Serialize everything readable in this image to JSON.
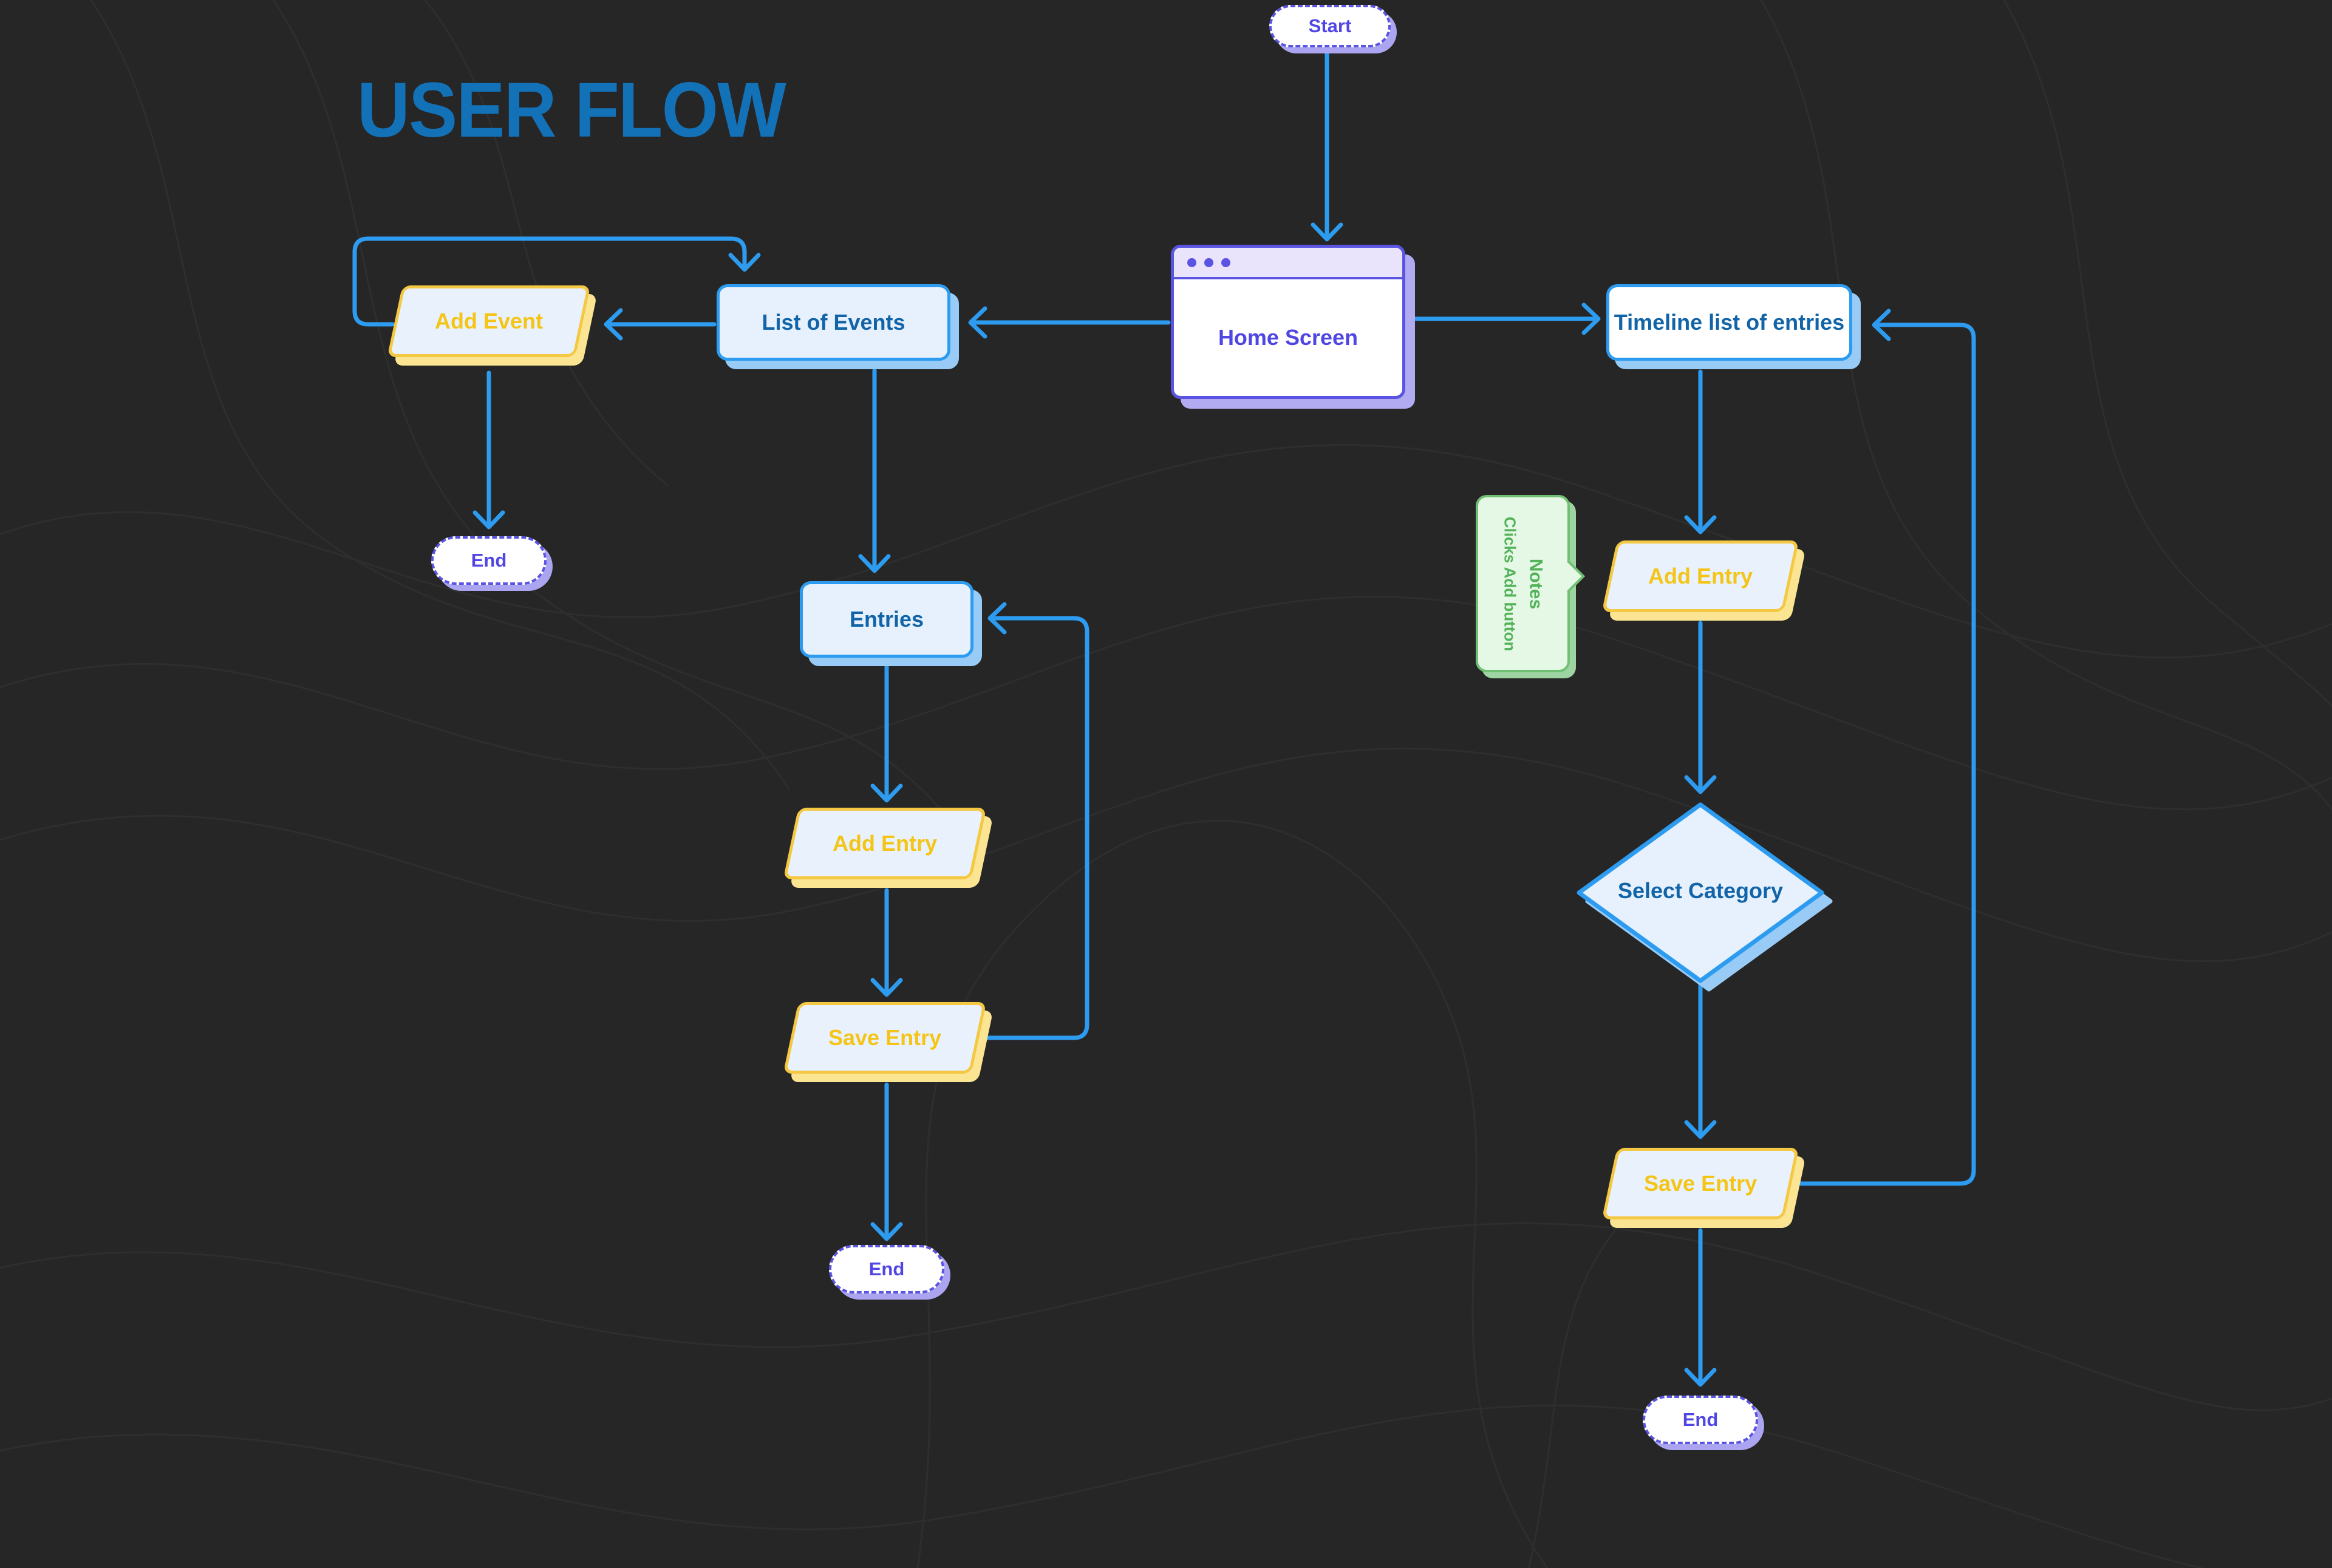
{
  "title": "USER FLOW",
  "palette": {
    "background": "#262626",
    "connector_blue": "#2D9CF0",
    "node_blue_fill": "#E6F1FD",
    "node_blue_text": "#1264A8",
    "node_blue_shadow": "#98CCF7",
    "yellow_border": "#F4C842",
    "yellow_text": "#F4C417",
    "yellow_shadow": "#FBE592",
    "purple_border": "#5B54E3",
    "purple_text": "#5046E4",
    "purple_shadow": "#ABA5F1",
    "titlebar_lavender": "#E9E4FB",
    "green_border": "#6FC073",
    "green_fill": "#E4F8E5",
    "green_text": "#54B259",
    "title_blue": "#1371B8"
  },
  "nodes": {
    "start": {
      "label": "Start",
      "shape": "dashed-pill"
    },
    "home_screen": {
      "label": "Home Screen",
      "shape": "browser-window"
    },
    "list_of_events": {
      "label": "List of Events",
      "shape": "rounded-rect"
    },
    "add_event": {
      "label": "Add Event",
      "shape": "parallelogram"
    },
    "end_left": {
      "label": "End",
      "shape": "dashed-pill"
    },
    "entries": {
      "label": "Entries",
      "shape": "rounded-rect"
    },
    "add_entry_mid": {
      "label": "Add Entry",
      "shape": "parallelogram"
    },
    "save_entry_mid": {
      "label": "Save Entry",
      "shape": "parallelogram"
    },
    "end_mid": {
      "label": "End",
      "shape": "dashed-pill"
    },
    "timeline_list": {
      "label": "Timeline list of entries",
      "shape": "rounded-rect"
    },
    "add_entry_right": {
      "label": "Add Entry",
      "shape": "parallelogram"
    },
    "select_category": {
      "label": "Select Category",
      "shape": "diamond"
    },
    "save_entry_right": {
      "label": "Save Entry",
      "shape": "parallelogram"
    },
    "end_right": {
      "label": "End",
      "shape": "dashed-pill"
    },
    "notes": {
      "title": "Notes",
      "body": "Clicks Add button",
      "shape": "speech-bubble",
      "points_to": "add_entry_right"
    }
  },
  "edges": [
    {
      "from": "start",
      "to": "home_screen"
    },
    {
      "from": "home_screen",
      "to": "list_of_events"
    },
    {
      "from": "home_screen",
      "to": "timeline_list"
    },
    {
      "from": "list_of_events",
      "to": "add_event"
    },
    {
      "from": "add_event",
      "to": "end_left"
    },
    {
      "from": "add_event",
      "to": "list_of_events",
      "kind": "loop-over-top"
    },
    {
      "from": "list_of_events",
      "to": "entries"
    },
    {
      "from": "entries",
      "to": "add_entry_mid"
    },
    {
      "from": "add_entry_mid",
      "to": "save_entry_mid"
    },
    {
      "from": "save_entry_mid",
      "to": "end_mid"
    },
    {
      "from": "save_entry_mid",
      "to": "entries",
      "kind": "loop-right-side"
    },
    {
      "from": "timeline_list",
      "to": "add_entry_right"
    },
    {
      "from": "add_entry_right",
      "to": "select_category"
    },
    {
      "from": "select_category",
      "to": "save_entry_right"
    },
    {
      "from": "save_entry_right",
      "to": "end_right"
    },
    {
      "from": "save_entry_right",
      "to": "timeline_list",
      "kind": "loop-right-side"
    }
  ]
}
